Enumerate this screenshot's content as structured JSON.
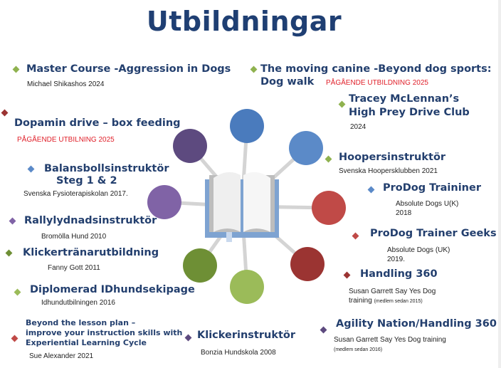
{
  "title": "Utbildningar",
  "colors": {
    "title": "#1f3f73",
    "heading": "#233f6e",
    "ongoing": "#e0202a"
  },
  "items": [
    {
      "title": "Master Course -Aggression in Dogs",
      "sub": "Michael Shikashos 2024"
    },
    {
      "title": "Dopamin drive – box feeding",
      "status": "PÅGÅENDE UTBILNING 2025"
    },
    {
      "title": "Balansbollsinstruktör",
      "title2": "Steg 1 & 2",
      "sub": "Svenska Fysioterapiskolan 2017."
    },
    {
      "title": "Rallylydnadsinstruktör",
      "sub": "Bromölla Hund 2010"
    },
    {
      "title": "Klickertränarutbildning",
      "sub": "Fanny Gott 2011"
    },
    {
      "title": "Diplomerad IDhundsekipage",
      "sub": "Idhundutbilningen 2016"
    },
    {
      "title": "Beyond the lesson plan –",
      "title2": "improve your instruction skills with",
      "title3": "Experiential Learning Cycle",
      "sub": "Sue Alexander 2021"
    },
    {
      "title": "Klickerinstruktör",
      "sub": "Bonzia Hundskola 2008"
    },
    {
      "title": "The moving canine -Beyond dog sports:",
      "title2": "Dog walk",
      "status": "PÅGÅENDE UTBILDNING 2025"
    },
    {
      "title": "Tracey McLennan’s",
      "title2": "High Prey Drive Club",
      "sub": "2024"
    },
    {
      "title": "Hoopersinstruktör",
      "sub": "Svenska Hoopersklubben  2021"
    },
    {
      "title": "ProDog Traininer",
      "sub": "Absolute Dogs U(K)",
      "sub2": "2018"
    },
    {
      "title": "ProDog Trainer Geeks",
      "sub": "Absolute Dogs (UK)",
      "sub2": "2019."
    },
    {
      "title": "Handling 360",
      "sub": "Susan Garrett Say Yes Dog",
      "sub2": "training",
      "note": "(medlem sedan 2015)"
    },
    {
      "title": "Agility Nation/Handling 360",
      "sub": "Susan Garrett Say Yes Dog training",
      "note": "(medlem sedan 2016)"
    }
  ]
}
